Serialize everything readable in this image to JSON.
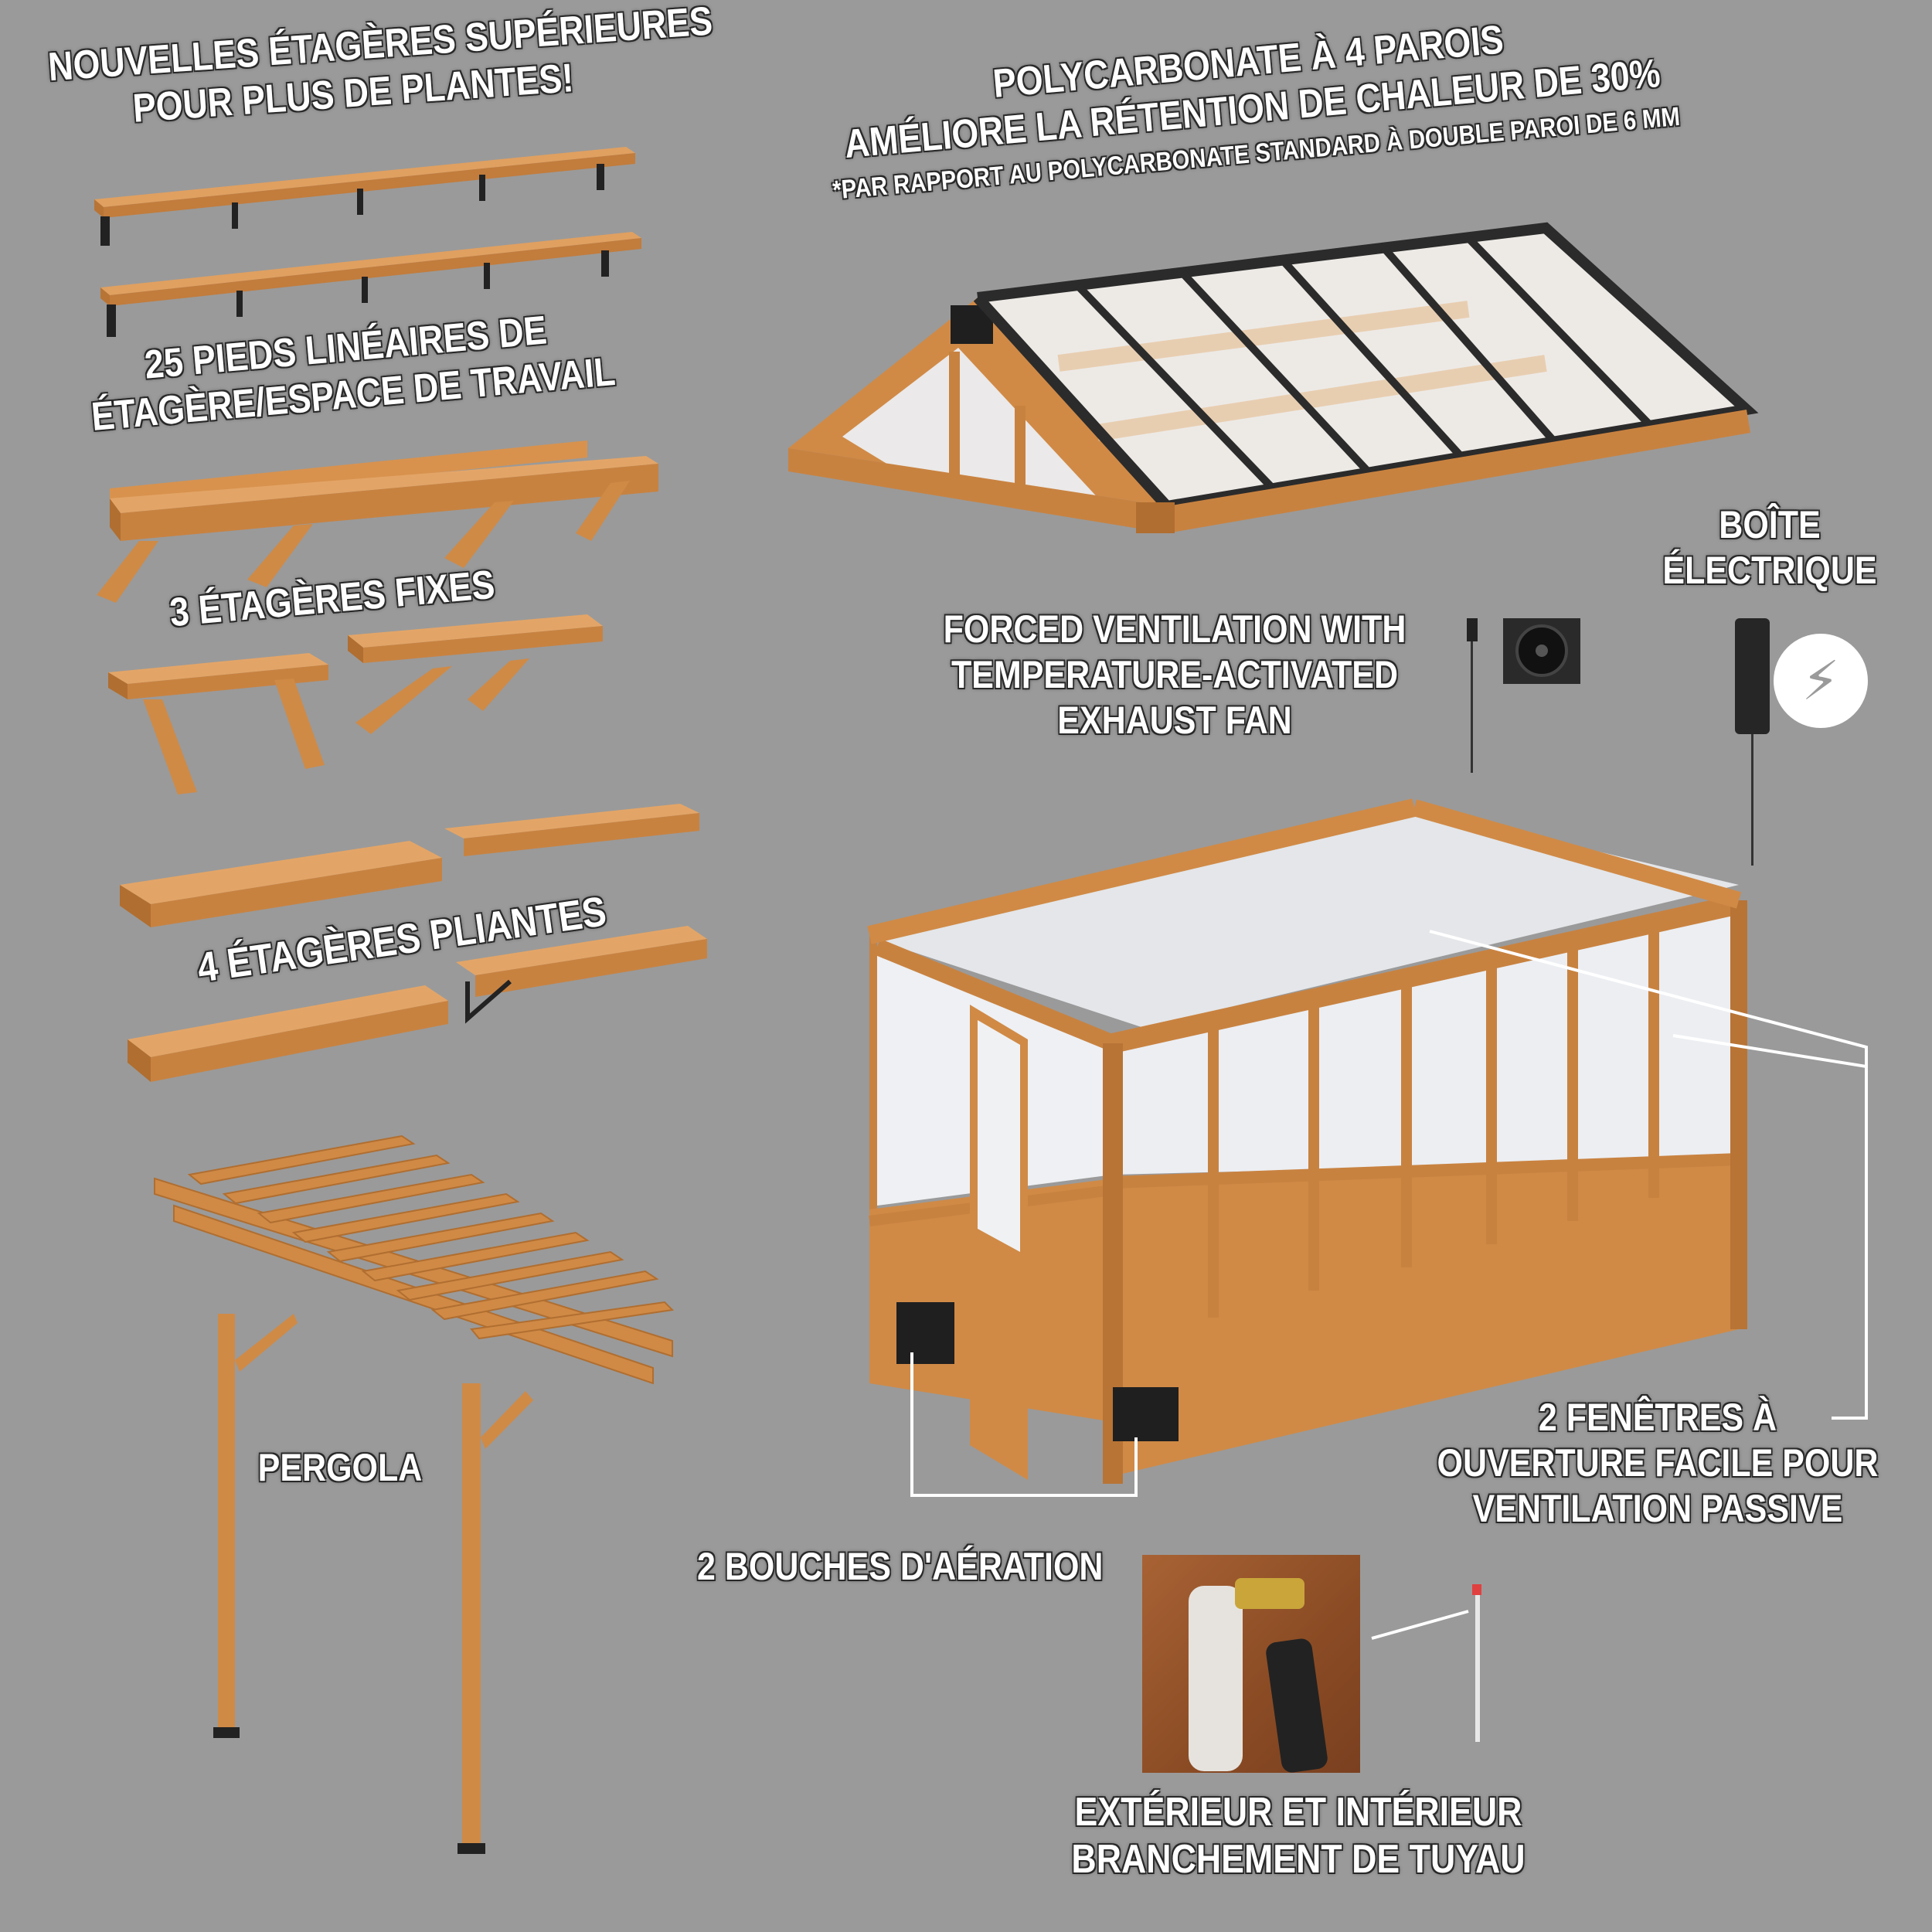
{
  "labels": {
    "upper_shelves": [
      "NOUVELLES ÉTAGÈRES SUPÉRIEURES",
      "POUR PLUS DE PLANTES!"
    ],
    "polycarbonate": [
      "POLYCARBONATE À 4 PAROIS",
      "AMÉLIORE LA RÉTENTION DE CHALEUR DE 30%"
    ],
    "polycarbonate_note": "*PAR RAPPORT AU POLYCARBONATE STANDARD À DOUBLE PAROI DE 6 MM",
    "workspace": [
      "25 PIEDS LINÉAIRES DE",
      "ÉTAGÈRE/ESPACE DE TRAVAIL"
    ],
    "fixed_shelves": "3 ÉTAGÈRES FIXES",
    "folding_shelves": "4 ÉTAGÈRES PLIANTES",
    "electric_box": [
      "BOÎTE",
      "ÉLECTRIQUE"
    ],
    "fan": [
      "FORCED VENTILATION WITH",
      "TEMPERATURE-ACTIVATED",
      "EXHAUST FAN"
    ],
    "pergola": "PERGOLA",
    "windows": [
      "2 FENÊTRES À",
      "OUVERTURE FACILE POUR",
      "VENTILATION PASSIVE"
    ],
    "vents": "2 BOUCHES D'AÉRATION",
    "hose": [
      "EXTÉRIEUR ET INTÉRIEUR",
      "BRANCHEMENT DE TUYAU"
    ]
  },
  "icons": {
    "electric": "electric-plug-icon",
    "fan": "exhaust-fan-icon",
    "faucet": "hose-faucet-icon"
  },
  "colors": {
    "background": "#9a9a9a",
    "wood": "#d08a46",
    "wood_light": "#e0a060",
    "wood_dark": "#a9652a",
    "panel": "#e8e8ec",
    "roof_frame": "#2b2b2b",
    "text": "#ffffff",
    "text_outline": "#2a2a2a"
  }
}
